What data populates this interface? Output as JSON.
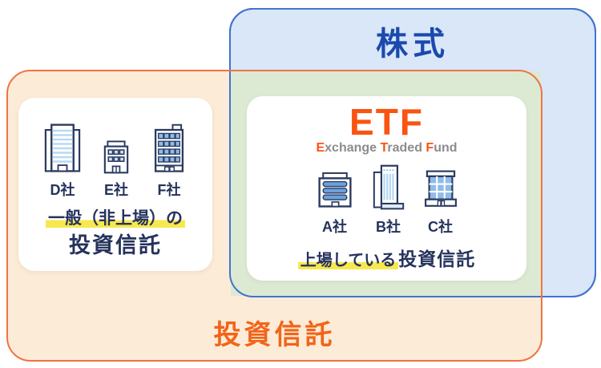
{
  "regions": {
    "stock": {
      "label": "株式"
    },
    "fund": {
      "label": "投資信託"
    }
  },
  "general_card": {
    "companies": [
      {
        "name": "D社"
      },
      {
        "name": "E社"
      },
      {
        "name": "F社"
      }
    ],
    "caption_highlight": "一般（非上場）の",
    "caption_rest": "投資信託"
  },
  "etf_card": {
    "title": "ETF",
    "subtitle": [
      {
        "text": "E",
        "accent": true
      },
      {
        "text": "xchange ",
        "accent": false
      },
      {
        "text": "T",
        "accent": true
      },
      {
        "text": "raded ",
        "accent": false
      },
      {
        "text": "F",
        "accent": true
      },
      {
        "text": "und",
        "accent": false
      }
    ],
    "companies": [
      {
        "name": "A社"
      },
      {
        "name": "B社"
      },
      {
        "name": "C社"
      }
    ],
    "caption_highlight": "上場している",
    "caption_rest": "投資信託"
  },
  "icons": {
    "general_card": [
      "building-d-icon",
      "building-e-icon",
      "building-f-icon"
    ],
    "etf_card": [
      "building-a-icon",
      "building-b-icon",
      "building-c-icon"
    ]
  },
  "colors": {
    "stock_fill": "#d9e7f9",
    "stock_border": "#4273cf",
    "stock_label": "#1b4aad",
    "fund_fill": "#fcebd7",
    "fund_border": "#ef7442",
    "fund_label": "#f26419",
    "overlap_fill": "#dcead4",
    "etf_accent": "#f95411",
    "subtitle_gray": "#8c8c8c",
    "text_navy": "#25335c",
    "highlight_yellow": "#f7e84e",
    "card_bg": "#ffffff"
  }
}
